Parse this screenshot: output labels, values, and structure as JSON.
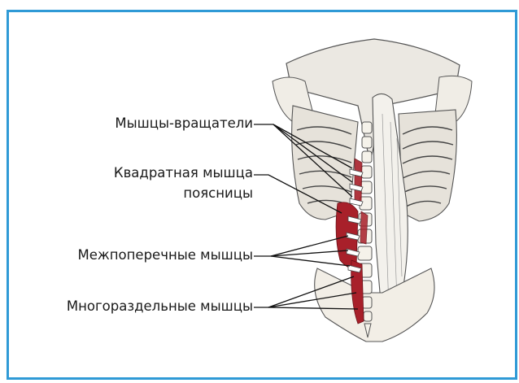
{
  "figure": {
    "labels": {
      "rotatores": "Мышцы-вращатели",
      "quadratus_line1": "Квадратная мышца",
      "quadratus_line2": "поясницы",
      "intertransversarii": "Межпоперечные мышцы",
      "multifidus": "Многораздельные мышцы"
    }
  },
  "colors": {
    "frame": "#2f9ad6",
    "muscle": "#a8202a",
    "bone": "#f2eee6",
    "outline": "#555555"
  }
}
